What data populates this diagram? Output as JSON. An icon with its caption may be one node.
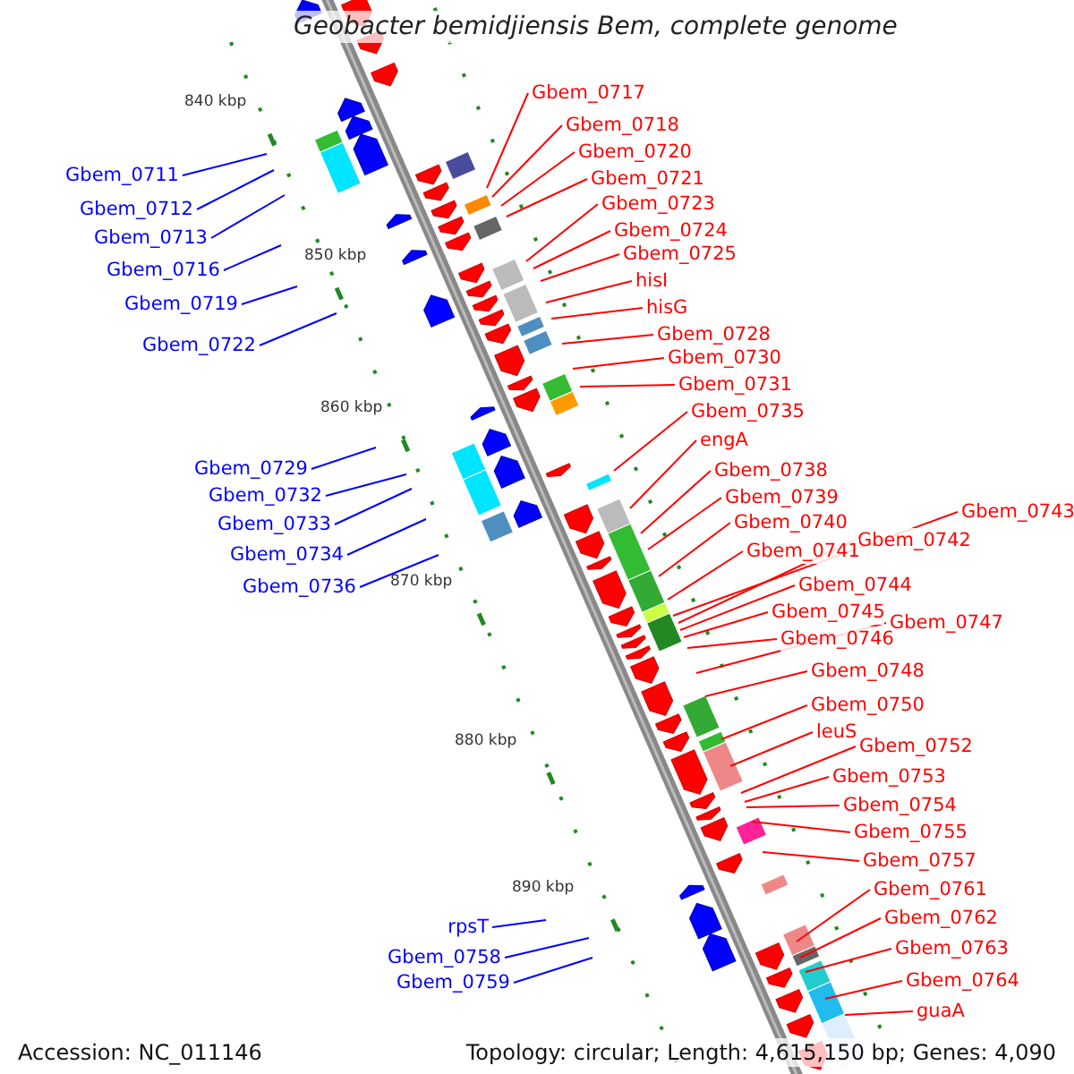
{
  "diagram": {
    "title": "Geobacter bemidjiensis Bem, complete genome",
    "nodes": [
      {
        "text": [
          "Gbem_0717"
        ]
      },
      {
        "text": [
          "Gbem_0718"
        ]
      },
      {
        "text": [
          "Gbem_0720"
        ]
      },
      {
        "text": [
          "Gbem_0711"
        ]
      },
      {
        "text": [
          "Gbem_0721"
        ]
      },
      {
        "text": [
          "Gbem_0723"
        ]
      },
      {
        "text": [
          "Gbem_0712"
        ]
      },
      {
        "text": [
          "Gbem_0724"
        ]
      },
      {
        "text": [
          "Gbem_0713"
        ]
      },
      {
        "text": [
          "Gbem_0725"
        ]
      },
      {
        "text": [
          "Gbem_0716"
        ]
      },
      {
        "text": [
          "hisI"
        ]
      },
      {
        "text": [
          "Gbem_0719"
        ]
      },
      {
        "text": [
          "hisG"
        ]
      },
      {
        "text": [
          "Gbem_0728"
        ]
      },
      {
        "text": [
          "Gbem_0722"
        ]
      },
      {
        "text": [
          "Gbem_0730"
        ]
      },
      {
        "text": [
          "Gbem_0731"
        ]
      },
      {
        "text": [
          "Gbem_0735"
        ]
      },
      {
        "text": [
          "engA"
        ]
      },
      {
        "text": [
          "Gbem_0729"
        ]
      },
      {
        "text": [
          "Gbem_0738"
        ]
      },
      {
        "text": [
          "Gbem_0732"
        ]
      },
      {
        "text": [
          "Gbem_0739"
        ]
      },
      {
        "text": [
          "Gbem_0743"
        ]
      },
      {
        "text": [
          "Gbem_0740"
        ]
      },
      {
        "text": [
          "Gbem_0733"
        ]
      },
      {
        "text": [
          "Gbem_0742"
        ]
      },
      {
        "text": [
          "Gbem_0741"
        ]
      },
      {
        "text": [
          "Gbem_0734"
        ]
      },
      {
        "text": [
          "Gbem_0744"
        ]
      },
      {
        "text": [
          "Gbem_0736"
        ]
      },
      {
        "text": [
          "Gbem_0745"
        ]
      },
      {
        "text": [
          "Gbem_0747"
        ]
      },
      {
        "text": [
          "Gbem_0746"
        ]
      },
      {
        "text": [
          "Gbem_0748"
        ]
      },
      {
        "text": [
          "Gbem_0750"
        ]
      },
      {
        "text": [
          "leuS"
        ]
      },
      {
        "text": [
          "Gbem_0752"
        ]
      },
      {
        "text": [
          "Gbem_0753"
        ]
      },
      {
        "text": [
          "Gbem_0754"
        ]
      },
      {
        "text": [
          "Gbem_0755"
        ]
      },
      {
        "text": [
          "Gbem_0757"
        ]
      },
      {
        "text": [
          "Gbem_0761"
        ]
      },
      {
        "text": [
          "Gbem_0762"
        ]
      },
      {
        "text": [
          "rpsT"
        ]
      },
      {
        "text": [
          "Gbem_0763"
        ]
      },
      {
        "text": [
          "Gbem_0758"
        ]
      },
      {
        "text": [
          "Gbem_0764"
        ]
      },
      {
        "text": [
          "Gbem_0759"
        ]
      },
      {
        "text": [
          "guaA"
        ]
      }
    ],
    "edges": [
      {
        "from": 0,
        "to": null,
        "arrow": "none"
      },
      {
        "from": 1,
        "to": null,
        "arrow": "none"
      },
      {
        "from": 2,
        "to": null,
        "arrow": "none"
      },
      {
        "from": 3,
        "to": null,
        "arrow": "none",
        "color": "#0000ff"
      },
      {
        "from": 4,
        "to": null,
        "arrow": "none"
      },
      {
        "from": 5,
        "to": null,
        "arrow": "none"
      },
      {
        "from": 6,
        "to": null,
        "arrow": "none",
        "color": "#0000ff"
      },
      {
        "from": 7,
        "to": null,
        "arrow": "none"
      },
      {
        "from": 8,
        "to": null,
        "arrow": "none",
        "color": "#0000ff"
      },
      {
        "from": 9,
        "to": null,
        "arrow": "none"
      },
      {
        "from": 10,
        "to": null,
        "arrow": "none",
        "color": "#0000ff"
      },
      {
        "from": 11,
        "to": null,
        "arrow": "none"
      },
      {
        "from": 12,
        "to": null,
        "arrow": "none",
        "color": "#0000ff"
      },
      {
        "from": 13,
        "to": null,
        "arrow": "none"
      },
      {
        "from": 14,
        "to": null,
        "arrow": "none"
      },
      {
        "from": 15,
        "to": null,
        "arrow": "none",
        "color": "#0000ff"
      },
      {
        "from": 16,
        "to": null,
        "arrow": "none"
      },
      {
        "from": 17,
        "to": null,
        "arrow": "none"
      },
      {
        "from": 18,
        "to": null,
        "arrow": "none"
      },
      {
        "from": 19,
        "to": null,
        "arrow": "none"
      },
      {
        "from": 20,
        "to": null,
        "arrow": "none",
        "color": "#0000ff"
      },
      {
        "from": 21,
        "to": null,
        "arrow": "none"
      },
      {
        "from": 22,
        "to": null,
        "arrow": "none",
        "color": "#0000ff"
      },
      {
        "from": 23,
        "to": null,
        "arrow": "none"
      },
      {
        "from": 24,
        "to": null,
        "arrow": "none"
      },
      {
        "from": 25,
        "to": null,
        "arrow": "none"
      },
      {
        "from": 26,
        "to": null,
        "arrow": "none",
        "color": "#0000ff"
      },
      {
        "from": 27,
        "to": null,
        "arrow": "none"
      },
      {
        "from": 28,
        "to": null,
        "arrow": "none"
      },
      {
        "from": 29,
        "to": null,
        "arrow": "none",
        "color": "#0000ff"
      },
      {
        "from": 30,
        "to": null,
        "arrow": "none"
      },
      {
        "from": 31,
        "to": null,
        "arrow": "none",
        "color": "#0000ff"
      },
      {
        "from": 32,
        "to": null,
        "arrow": "none"
      },
      {
        "from": 33,
        "to": null,
        "arrow": "none"
      },
      {
        "from": 34,
        "to": null,
        "arrow": "none"
      },
      {
        "from": 35,
        "to": null,
        "arrow": "none"
      },
      {
        "from": 36,
        "to": null,
        "arrow": "none"
      },
      {
        "from": 37,
        "to": null,
        "arrow": "none"
      },
      {
        "from": 38,
        "to": null,
        "arrow": "none"
      },
      {
        "from": 39,
        "to": null,
        "arrow": "none"
      },
      {
        "from": 40,
        "to": null,
        "arrow": "none"
      },
      {
        "from": 41,
        "to": null,
        "arrow": "none"
      },
      {
        "from": 42,
        "to": null,
        "arrow": "none"
      },
      {
        "from": 43,
        "to": null,
        "arrow": "none"
      },
      {
        "from": 44,
        "to": null,
        "arrow": "none"
      },
      {
        "from": 45,
        "to": null,
        "arrow": "none",
        "color": "#0000ff"
      },
      {
        "from": 46,
        "to": null,
        "arrow": "none"
      },
      {
        "from": 47,
        "to": null,
        "arrow": "none",
        "color": "#0000ff"
      },
      {
        "from": 48,
        "to": null,
        "arrow": "none"
      },
      {
        "from": 49,
        "to": null,
        "arrow": "none",
        "color": "#0000ff"
      },
      {
        "from": 50,
        "to": null,
        "arrow": "none"
      }
    ],
    "labels": [
      "840 kbp",
      "850 kbp",
      "860 kbp",
      "870 kbp",
      "880 kbp",
      "890 kbp",
      "Accession: NC_011146",
      "Topology: circular; Length: 4,615,150 bp; Genes: 4,090"
    ]
  }
}
